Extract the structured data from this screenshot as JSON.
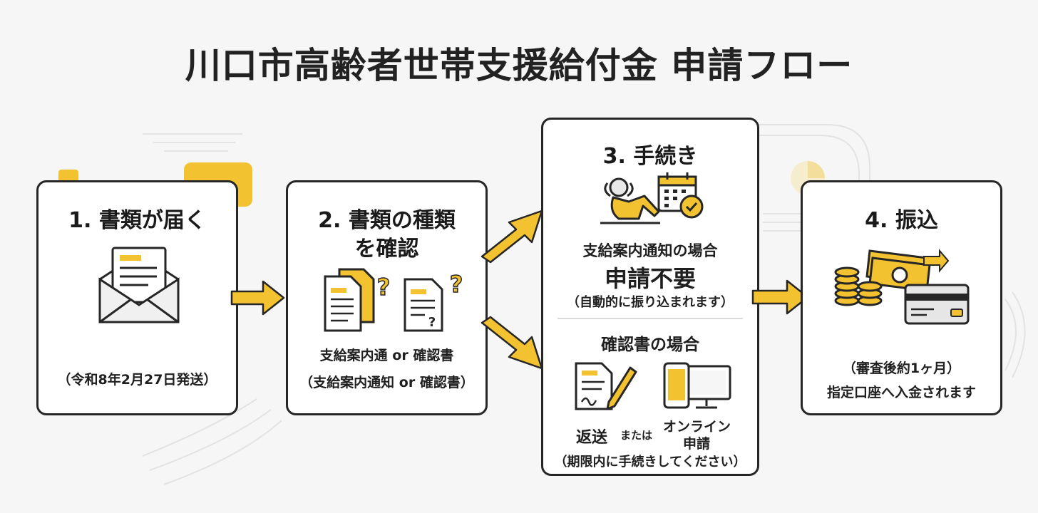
{
  "title": "川口市高齢者世帯支援給付金 申請フロー",
  "colors": {
    "accent": "#f2c230",
    "border": "#262626",
    "background": "#f6f6f6"
  },
  "step1": {
    "heading": "1. 書類が届く",
    "icon": "envelope-letter-icon",
    "note": "（令和8年2月27日発送）"
  },
  "step2": {
    "heading_line1": "2. 書類の種類",
    "heading_line2": "を確認",
    "icons": [
      "document-question-icon",
      "document-question-icon"
    ],
    "label": "支給案内通 or 確認書",
    "note": "（支給案内通知 or 確認書）"
  },
  "step3": {
    "heading": "3. 手続き",
    "case1": {
      "icons": [
        "relaxing-person-icon",
        "calendar-check-icon"
      ],
      "label": "支給案内通知の場合",
      "emphasis": "申請不要",
      "note": "（自動的に振り込まれます）"
    },
    "case2": {
      "label": "確認書の場合",
      "icons": [
        "document-pen-icon",
        "phone-monitor-icon"
      ],
      "option1": "返送",
      "connector": "または",
      "option2_line1": "オンライン",
      "option2_line2": "申請",
      "note": "（期限内に手続きしてください）"
    }
  },
  "step4": {
    "heading": "4. 振込",
    "icons": [
      "money-coins-icon",
      "bank-card-icon"
    ],
    "note_line1": "（審査後約1ヶ月）",
    "note_line2": "指定口座へ入金されます"
  }
}
